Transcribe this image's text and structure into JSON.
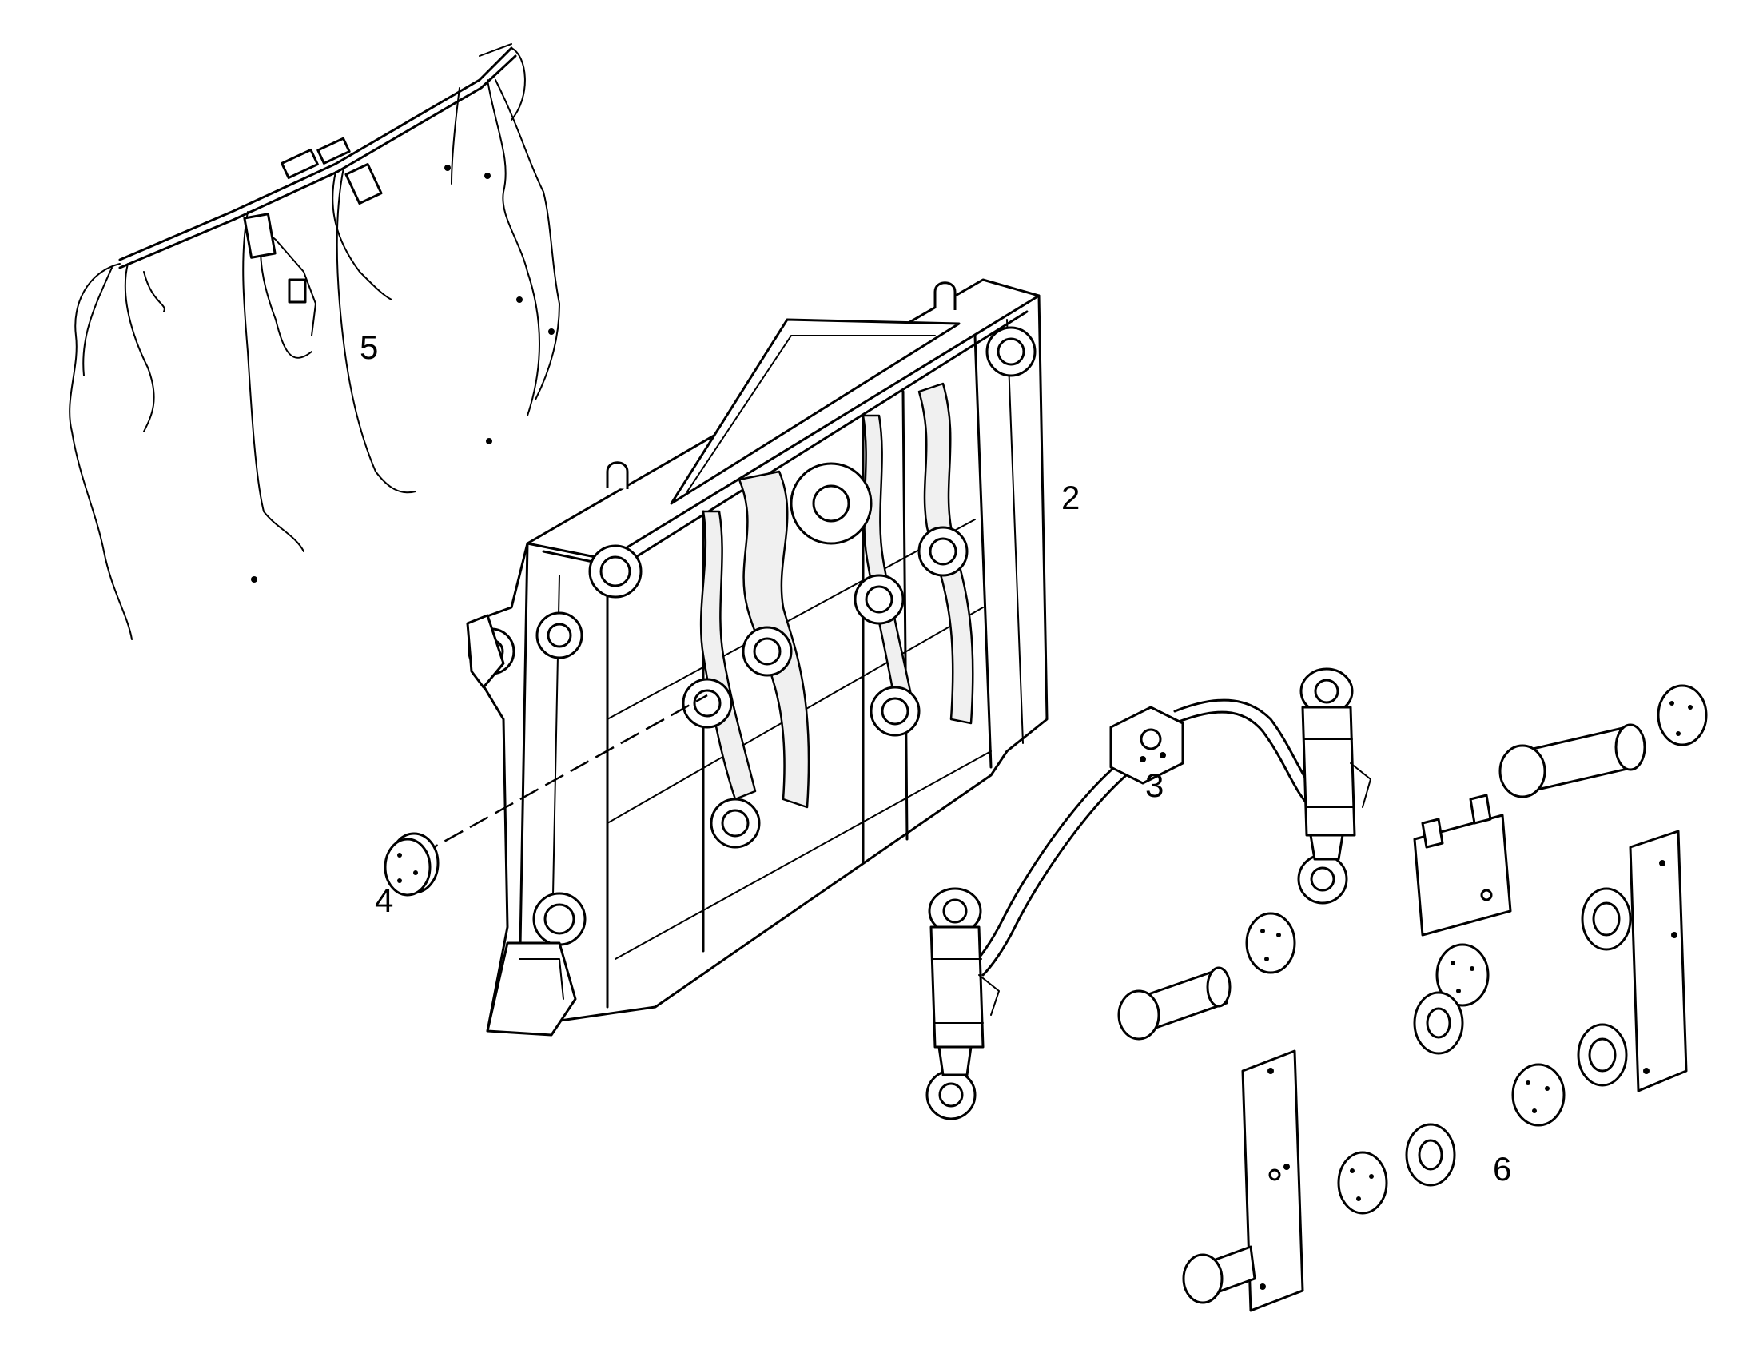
{
  "callouts": {
    "c2": "2",
    "c3": "3",
    "c4": "4",
    "c5": "5",
    "c6": "6"
  }
}
